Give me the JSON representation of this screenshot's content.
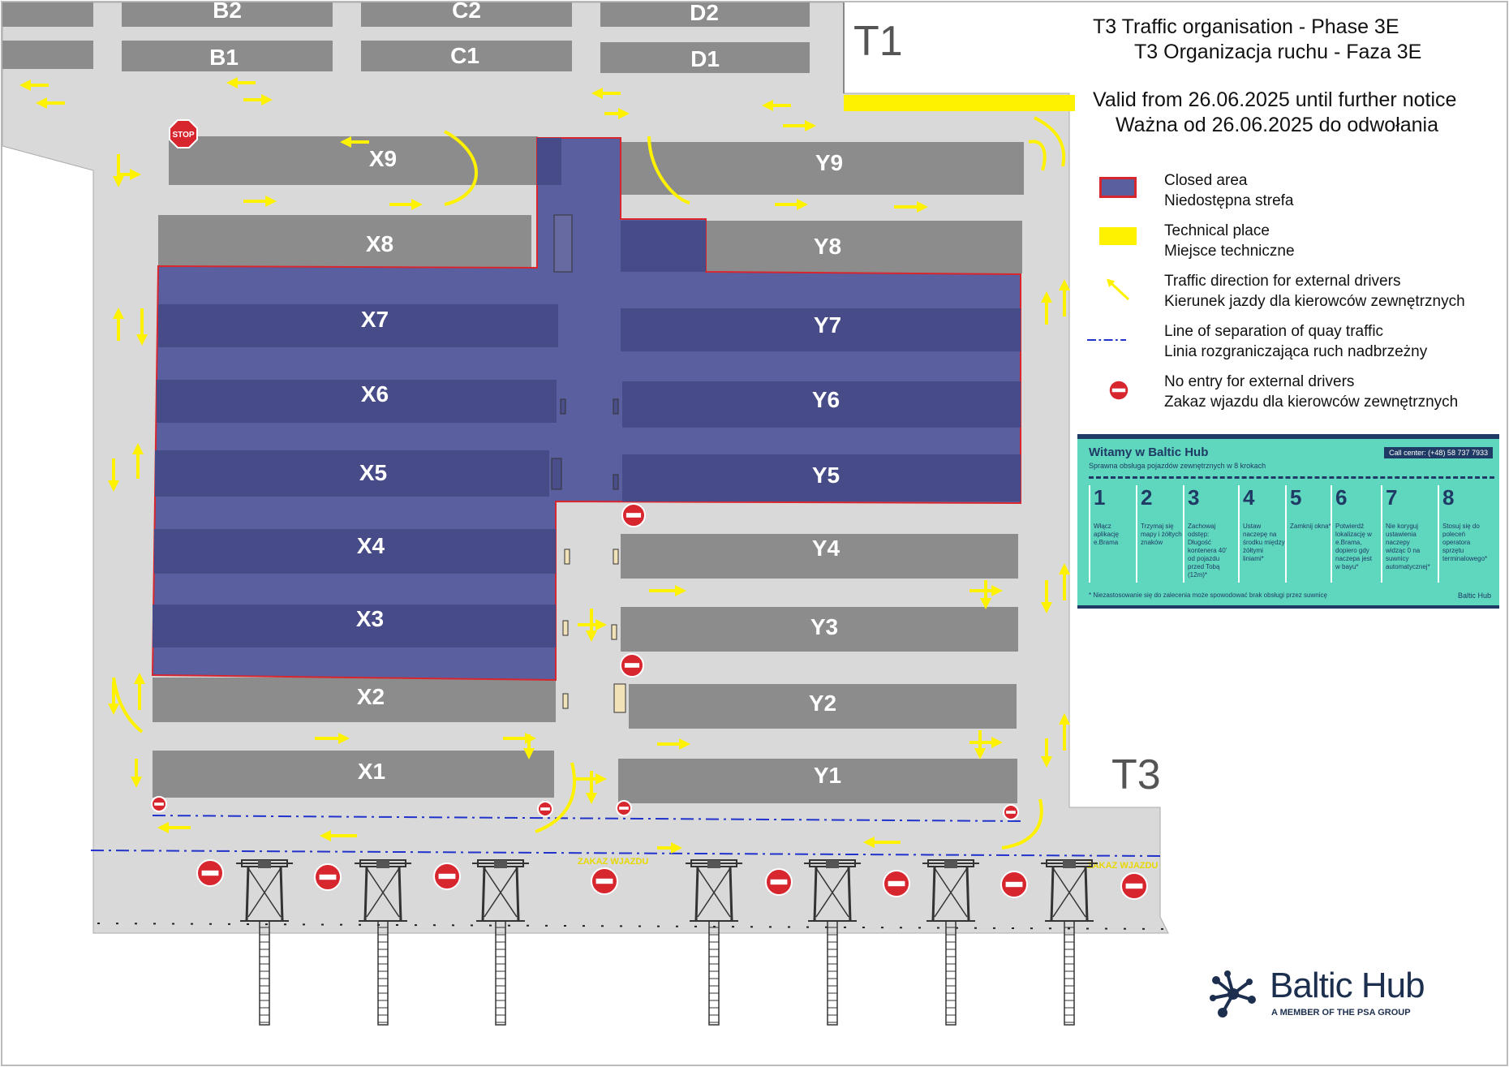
{
  "title": {
    "line1": "T3 Traffic organisation - Phase 3E",
    "line2": "T3 Organizacja ruchu - Faza 3E",
    "line3": "Valid from 26.06.2025 until further notice",
    "line4": "Ważna od 26.06.2025 do odwołania"
  },
  "zones": {
    "t1": "T1",
    "t3": "T3"
  },
  "blocks": {
    "B2": "B2",
    "C2": "C2",
    "D2": "D2",
    "B1": "B1",
    "C1": "C1",
    "D1": "D1",
    "X9": "X9",
    "X8": "X8",
    "X7": "X7",
    "X6": "X6",
    "X5": "X5",
    "X4": "X4",
    "X3": "X3",
    "X2": "X2",
    "X1": "X1",
    "Y9": "Y9",
    "Y8": "Y8",
    "Y7": "Y7",
    "Y6": "Y6",
    "Y5": "Y5",
    "Y4": "Y4",
    "Y3": "Y3",
    "Y2": "Y2",
    "Y1": "Y1"
  },
  "stop_sign": "STOP",
  "quay_text": "ZAKAZ WJAZDU",
  "legend": [
    {
      "symbol": "closed-area",
      "en": "Closed area",
      "pl": "Niedostępna strefa"
    },
    {
      "symbol": "technical-place",
      "en": "Technical place",
      "pl": "Miejsce techniczne"
    },
    {
      "symbol": "traffic-arrow",
      "en": "Traffic direction for external drivers",
      "pl": "Kierunek jazdy dla kierowców zewnętrznych"
    },
    {
      "symbol": "separation-line",
      "en": "Line of separation of quay traffic",
      "pl": "Linia rozgraniczająca ruch nadbrzeżny"
    },
    {
      "symbol": "no-entry",
      "en": "No entry for external drivers",
      "pl": "Zakaz wjazdu dla kierowców zewnętrznych"
    }
  ],
  "hub_panel": {
    "title": "Witamy w Baltic Hub",
    "subtitle": "Sprawna obsługa pojazdów zewnętrznych w 8 krokach",
    "call_center": "Call center: (+48) 58 737 7933",
    "steps": [
      {
        "num": "1",
        "text": "Włącz aplikację e.Brama"
      },
      {
        "num": "2",
        "text": "Trzymaj się mapy i żółtych znaków"
      },
      {
        "num": "3",
        "text": "Zachowaj odstęp: Długość kontenera 40' od pojazdu przed Tobą (12m)*"
      },
      {
        "num": "4",
        "text": "Ustaw naczepę na środku między żółtymi liniami*"
      },
      {
        "num": "5",
        "text": "Zamknij okna*"
      },
      {
        "num": "6",
        "text": "Potwierdź lokalizację w e.Brama, dopiero gdy naczepa jest w bayu*"
      },
      {
        "num": "7",
        "text": "Nie koryguj ustawienia naczepy widząc 0 na suwnicy automatycznej*"
      },
      {
        "num": "8",
        "text": "Stosuj się do poleceń operatora sprzętu terminalowego*"
      }
    ],
    "footnote": "* Niezastosowanie się do zalecenia może spowodować brak obsługi przez suwnicę",
    "footer_logo": "Baltic Hub"
  },
  "logo": {
    "name": "Baltic Hub",
    "tagline": "A MEMBER OF THE PSA GROUP"
  },
  "colors": {
    "yard": "#d9d9d9",
    "block": "#8c8c8c",
    "closed": "#5a5fa0",
    "closed_block": "#474b88",
    "closed_border": "#d7262e",
    "technical": "#fff200",
    "arrow": "#fff200",
    "separation": "#2233cc",
    "no_entry": "#d7262e"
  }
}
